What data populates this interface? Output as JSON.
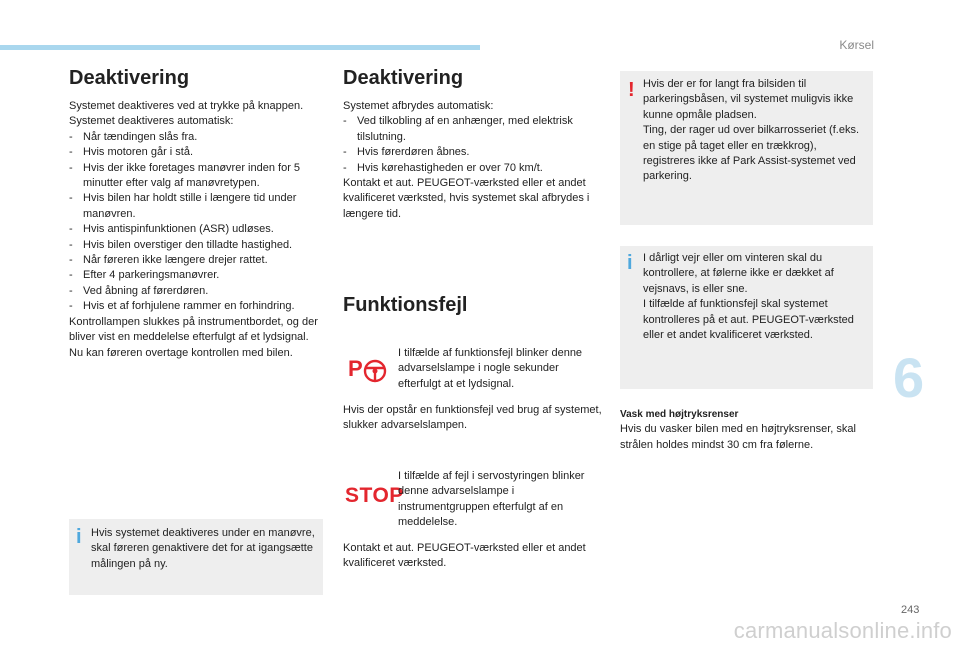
{
  "header": {
    "section": "Kørsel"
  },
  "chapter_number": "6",
  "page_number": "243",
  "watermark": "carmanualsonline.info",
  "col1": {
    "heading": "Deaktivering",
    "intro1": "Systemet deaktiveres ved at trykke på knappen.",
    "intro2": "Systemet deaktiveres automatisk:",
    "items": [
      "Når tændingen slås fra.",
      "Hvis motoren går i stå.",
      "Hvis der ikke foretages manøvrer inden for 5 minutter efter valg af manøvretypen.",
      "Hvis bilen har holdt stille i længere tid under manøvren.",
      "Hvis antispinfunktionen (ASR) udløses.",
      "Hvis bilen overstiger den tilladte hastighed.",
      "Når føreren ikke længere drejer rattet.",
      "Efter 4 parkeringsmanøvrer.",
      "Ved åbning af førerdøren.",
      "Hvis et af forhjulene rammer en forhindring."
    ],
    "after1": "Kontrollampen slukkes på instrumentbordet, og der bliver vist en meddelelse efterfulgt af et lydsignal.",
    "after2": "Nu kan føreren overtage kontrollen med bilen.",
    "info_box": "Hvis systemet deaktiveres under en manøvre, skal føreren genaktivere det for at igangsætte målingen på ny."
  },
  "col2": {
    "heading": "Deaktivering",
    "intro": "Systemet afbrydes automatisk:",
    "items": [
      "Ved tilkobling af en anhænger, med elektrisk tilslutning.",
      "Hvis førerdøren åbnes.",
      "Hvis kørehastigheden er over 70 km/t."
    ],
    "after": "Kontakt et aut. PEUGEOT-værksted eller et andet kvalificeret værksted, hvis systemet skal afbrydes i længere tid.",
    "heading2": "Funktionsfejl",
    "p_icon_letter": "P",
    "fault1": "I tilfælde af funktionsfejl blinker denne advarselslampe i nogle sekunder efterfulgt at et lydsignal.",
    "fault1_after": "Hvis der opstår en funktionsfejl ved brug af systemet, slukker advarselslampen.",
    "stop_label": "STOP",
    "fault2": "I tilfælde af fejl i servostyringen blinker denne advarselslampe i instrumentgruppen efterfulgt af en meddelelse.",
    "fault2_after": "Kontakt et aut. PEUGEOT-værksted eller et andet kvalificeret værksted."
  },
  "col3": {
    "warn_icon": "!",
    "warn_box_1": "Hvis der er for langt fra bilsiden til parkeringsbåsen, vil systemet muligvis ikke kunne opmåle pladsen.",
    "warn_box_2": "Ting, der rager ud over bilkarrosseriet (f.eks. en stige på taget eller en trækkrog), registreres ikke af Park Assist-systemet ved parkering.",
    "info_icon": "i",
    "info_box_1": "I dårligt vejr eller om vinteren skal du kontrollere, at følerne ikke er dækket af vejsnavs, is eller sne.",
    "info_box_2": "I tilfælde af funktionsfejl skal systemet kontrolleres på et aut. PEUGEOT-værksted eller et andet kvalificeret værksted.",
    "wash_title": "Vask med højtryksrenser",
    "wash_text": "Hvis du vasker bilen med en højtryksrenser, skal strålen holdes mindst 30 cm fra følerne."
  },
  "colors": {
    "accent_blue": "#a9d7ee",
    "info_blue": "#4fa8dd",
    "warning_red": "#e3262e",
    "box_grey": "#eeeeee"
  }
}
